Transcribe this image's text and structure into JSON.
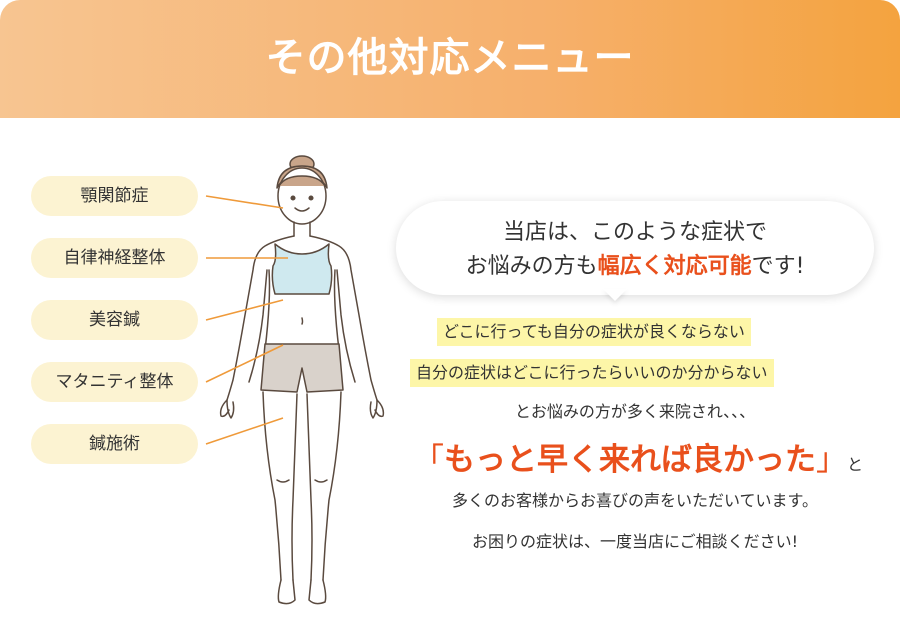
{
  "header": {
    "title": "その他対応メニュー"
  },
  "menu": {
    "items": [
      {
        "label": "顎関節症"
      },
      {
        "label": "自律神経整体"
      },
      {
        "label": "美容鍼"
      },
      {
        "label": "マタニティ整体"
      },
      {
        "label": "鍼施術"
      }
    ]
  },
  "bubble": {
    "line1": "当店は、このような症状で",
    "line2_pre": "お悩みの方も",
    "line2_highlight": "幅広く対応可能",
    "line2_post": "です!"
  },
  "concerns": {
    "line1": "どこに行っても自分の症状が良くならない",
    "line2": "自分の症状はどこに行ったらいいのか分からない"
  },
  "intro": "とお悩みの方が多く来院され、、、",
  "quote": {
    "open": "「",
    "text": "もっと早く来れば良かった",
    "close": "」",
    "suffix": "と"
  },
  "closing": {
    "line1": "多くのお客様からお喜びの声をいただいています。",
    "line2": "お困りの症状は、一度当店にご相談ください!"
  },
  "colors": {
    "accent": "#e9501c",
    "header_gradient_start": "#f7c591",
    "header_gradient_end": "#f4a33f",
    "pill_bg": "#fcf3d2",
    "highlight_bg": "#fdf6a8",
    "connector": "#ef9a3a"
  }
}
